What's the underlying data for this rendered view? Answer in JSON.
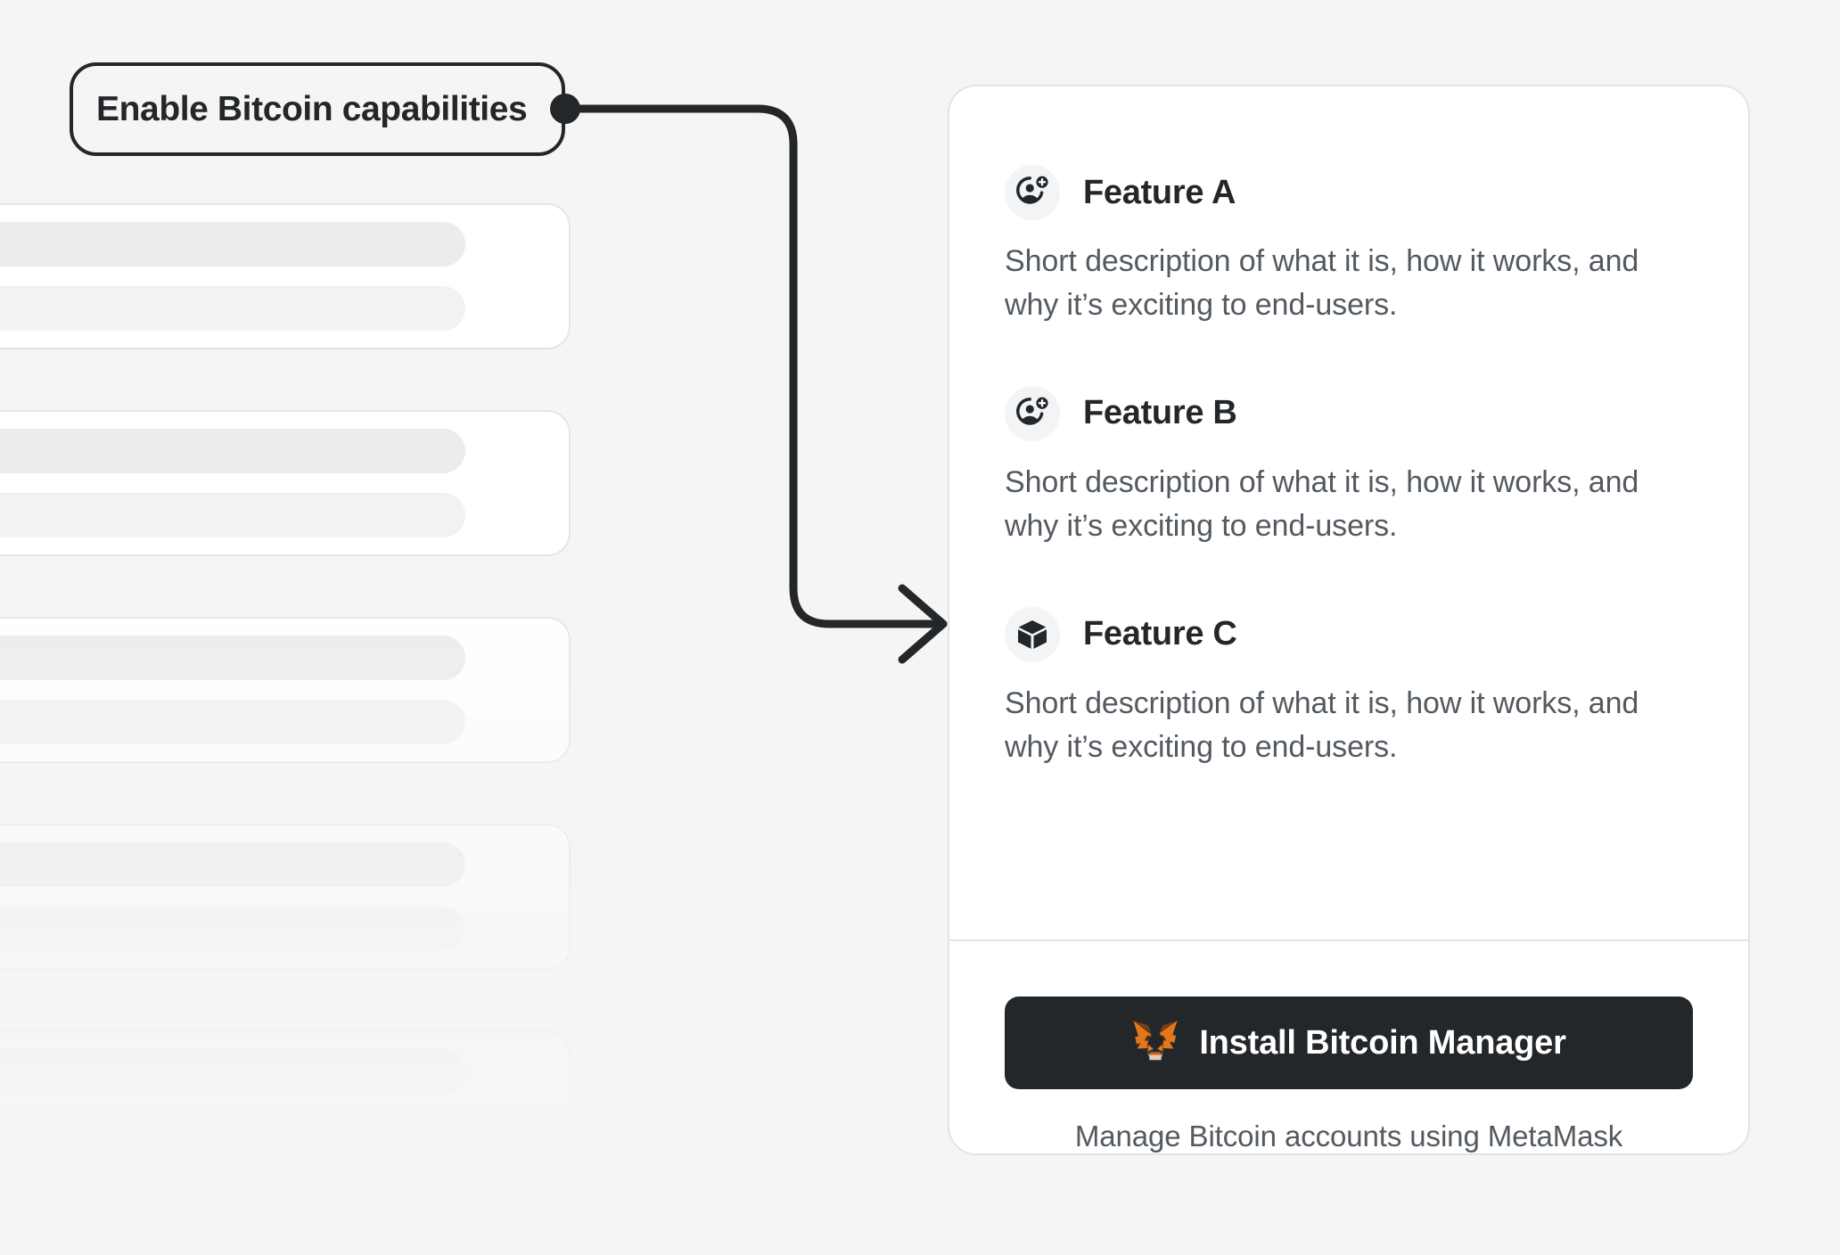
{
  "callout": {
    "label": "Enable Bitcoin capabilities",
    "connector_icon": "arrow-right-icon",
    "dot_icon": "connector-dot-icon"
  },
  "background": {
    "skeleton_card_count": 5,
    "skeleton_bars_per_card": 2
  },
  "card": {
    "features": [
      {
        "icon": "add-user-icon",
        "title": "Feature A",
        "description": "Short description of what it is, how it works, and why it’s exciting to end-users."
      },
      {
        "icon": "add-user-icon",
        "title": "Feature B",
        "description": "Short description of what it is, how it works, and why it’s exciting to end-users."
      },
      {
        "icon": "cube-icon",
        "title": "Feature C",
        "description": "Short description of what it is, how it works, and why it’s exciting to end-users."
      }
    ],
    "footer": {
      "install_button_label": "Install Bitcoin Manager",
      "install_button_icon": "metamask-fox-icon",
      "caption": "Manage Bitcoin accounts using MetaMask"
    }
  },
  "colors": {
    "page_background": "#F5F5F5",
    "card_background": "#FFFFFF",
    "card_border": "#E1E4E7",
    "text_primary": "#24272A",
    "text_secondary": "#535A61",
    "icon_circle_background": "#F2F4F6",
    "button_background": "#24272A",
    "button_text": "#FFFFFF",
    "connector_stroke": "#24272A",
    "metamask_orange": "#E88030",
    "metamask_dark_orange": "#763E1A",
    "metamask_cream": "#E4CBBA"
  }
}
